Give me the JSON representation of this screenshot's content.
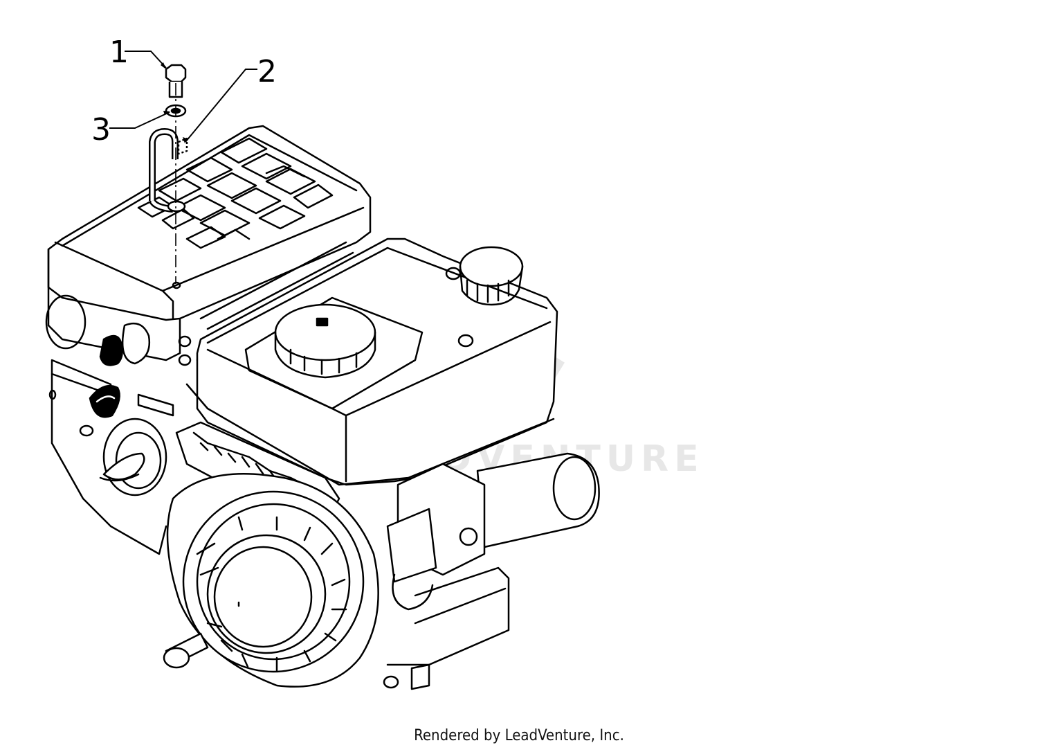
{
  "callouts": [
    {
      "number": "1",
      "part": "bolt"
    },
    {
      "number": "2",
      "part": "tube"
    },
    {
      "number": "3",
      "part": "washer"
    }
  ],
  "watermark": {
    "text": "LEADVENTURE",
    "color": "#e7e7e7"
  },
  "footer": {
    "credit": "Rendered by LeadVenture, Inc."
  },
  "colors": {
    "line": "#000000",
    "background": "#ffffff"
  }
}
